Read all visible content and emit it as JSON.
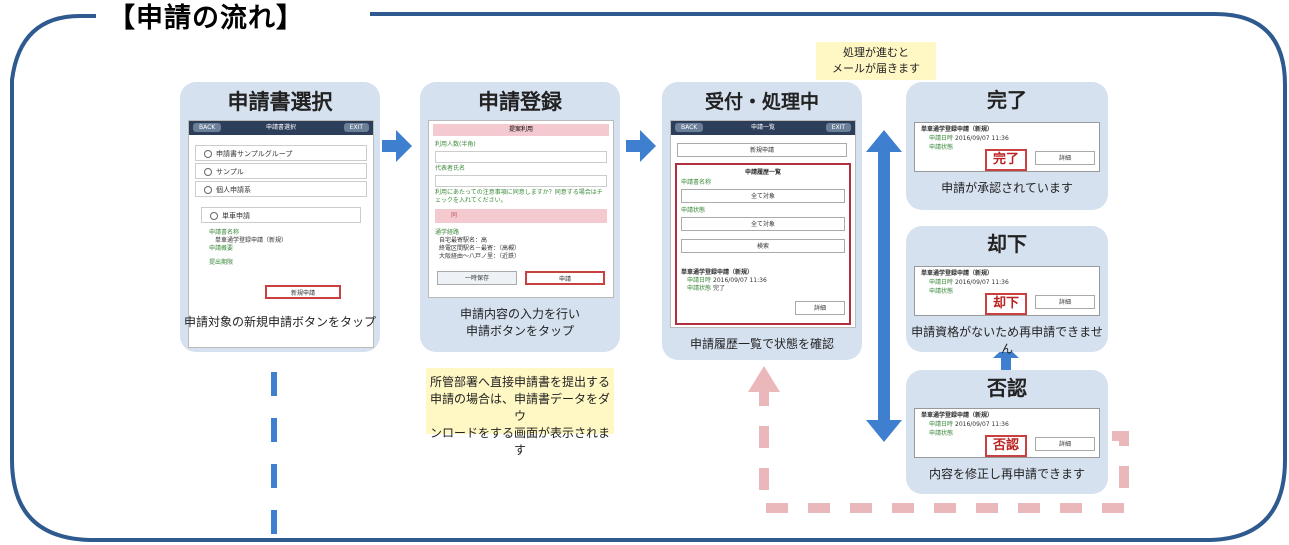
{
  "title": "【申請の流れ】",
  "colors": {
    "frame": "#2e5a8f",
    "arrow": "#3e7fd0",
    "dash_pink": "#eab8bb",
    "card": "#d6e1f0"
  },
  "card1": {
    "title": "申請書選択",
    "header_back": "BACK",
    "header_title": "申請書選択",
    "header_exit": "EXIT",
    "groups": [
      "申請書サンプルグループ",
      "サンプル",
      "個人申請系"
    ],
    "selected_item": "単車申請",
    "field1_label": "申請書名称",
    "field1_value": "単車通学登録申請（新規）",
    "field2_label": "申請概要",
    "field3_label": "提出期限",
    "new_button": "新規申請",
    "caption": "申請対象の新規申請ボタンをタップ"
  },
  "card2": {
    "title": "申請登録",
    "pink_header": "提案利用",
    "field1": "利用人数(半角)",
    "field2": "代表者氏名",
    "notice": "利用にあたっての注意事項に同意しますか？同意する場合はチェックを入れてください。",
    "agree": "同",
    "route_label": "通学経路",
    "route_lines": [
      "自宅最寄駅名：高",
      "終電区間駅名－最寄：（高槻）",
      "大阪経由～八戸ノ里：（近鉄）"
    ],
    "save_button": "一時保存",
    "apply_button": "申請",
    "caption_lines": [
      "申請内容の入力を行い",
      "申請ボタンをタップ"
    ]
  },
  "card3": {
    "title": "受付・処理中",
    "header_back": "BACK",
    "header_title": "申請一覧",
    "header_exit": "EXIT",
    "new_app": "新規申請",
    "history_title": "申請履歴一覧",
    "label1": "申請書名称",
    "select1": "全て対象",
    "label2": "申請状態",
    "select2": "全て対象",
    "search": "検索",
    "item_title": "単車通学登録申請（新規）",
    "item_date_label": "申請日時",
    "item_date": "2016/09/07 11:36",
    "item_state_label": "申請状態",
    "item_state": "完了",
    "detail": "詳細",
    "caption": "申請履歴一覧で状態を確認"
  },
  "status_cards": [
    {
      "title": "完了",
      "app_name": "単車通学登録申請（新規）",
      "date_label": "申請日時",
      "date": "2016/09/07 11:36",
      "state_label": "申請状態",
      "stamp": "完了",
      "detail": "詳細",
      "caption": "申請が承認されています"
    },
    {
      "title": "却下",
      "app_name": "単車通学登録申請（新規）",
      "date_label": "申請日時",
      "date": "2016/09/07 11:36",
      "state_label": "申請状態",
      "stamp": "却下",
      "detail": "詳細",
      "caption": "申請資格がないため再申請できません"
    },
    {
      "title": "否認",
      "app_name": "単車通学登録申請（新規）",
      "date_label": "申請日時",
      "date": "2016/09/07 11:36",
      "state_label": "申請状態",
      "stamp": "否認",
      "detail": "詳細",
      "caption": "内容を修正し再申請できます"
    }
  ],
  "note_mail": [
    "処理が進むと",
    "メールが届きます"
  ],
  "note_download": [
    "所管部署へ直接申請書を提出する",
    "申請の場合は、申請書データをダウ",
    "ンロードをする画面が表示されます"
  ]
}
